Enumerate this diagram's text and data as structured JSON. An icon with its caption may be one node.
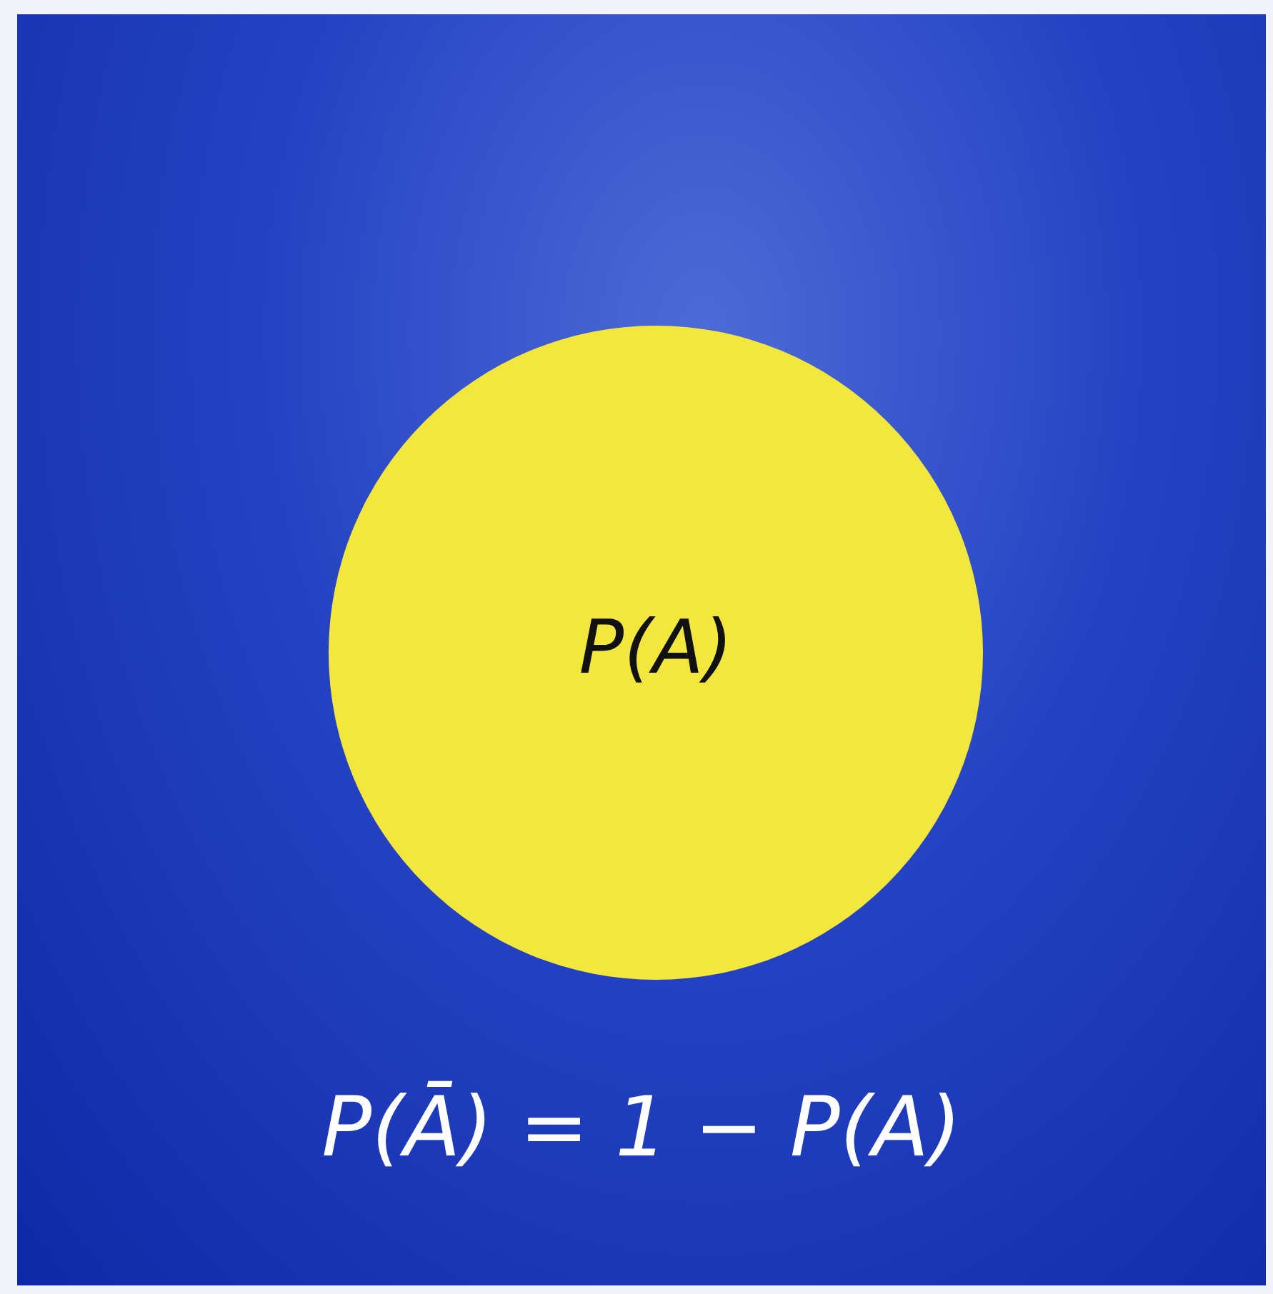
{
  "diagram": {
    "nodes": [
      {
        "text": [
          "P(Ā) = 1 − P(A)"
        ]
      },
      {
        "text": [
          "P(A)"
        ],
        "in": 0
      }
    ]
  }
}
